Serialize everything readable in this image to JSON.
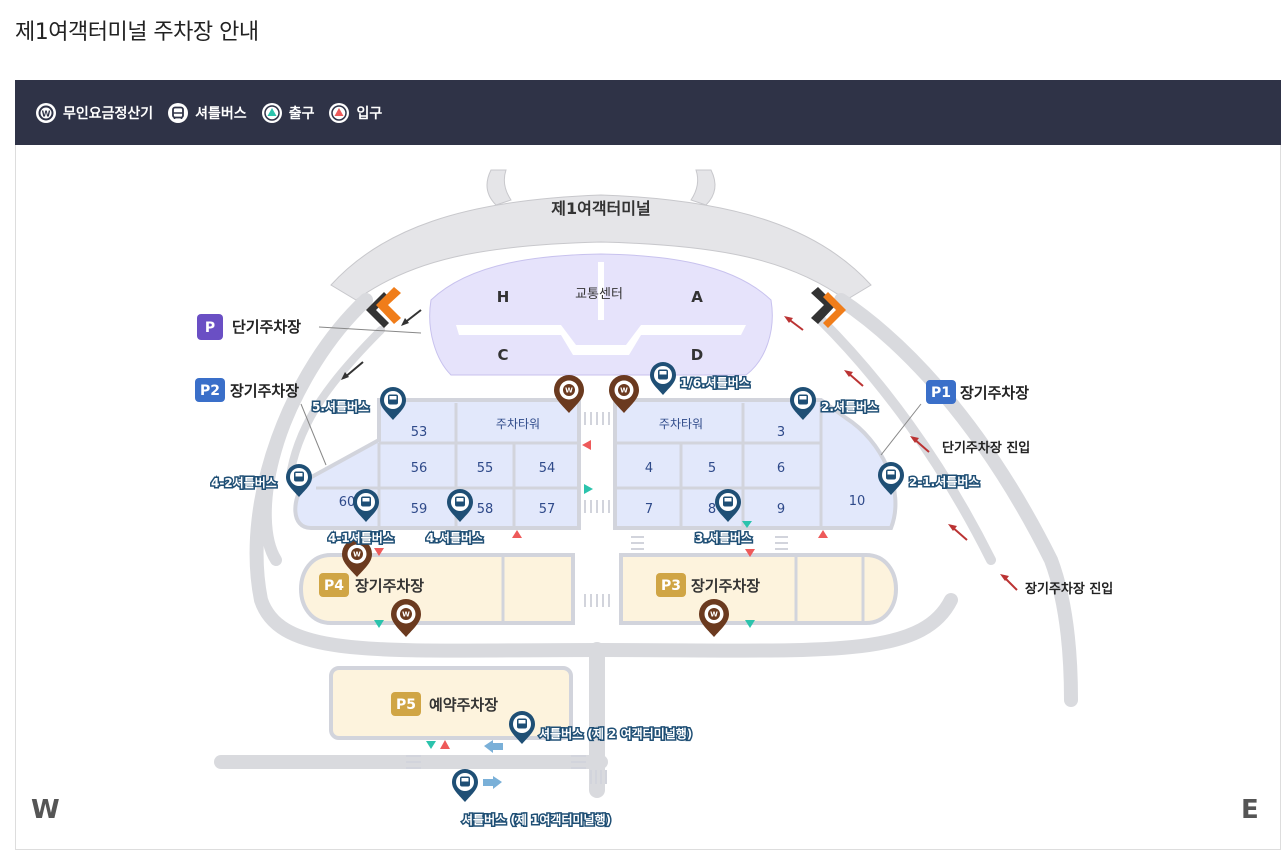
{
  "page": {
    "title": "제1여객터미널 주차장 안내"
  },
  "legend": {
    "items": [
      {
        "label": "무인요금정산기",
        "icon": "won-pay-icon"
      },
      {
        "label": "셔틀버스",
        "icon": "shuttle-bus-icon"
      },
      {
        "label": "출구",
        "icon": "exit-arrow-icon"
      },
      {
        "label": "입구",
        "icon": "entrance-arrow-icon"
      }
    ]
  },
  "map": {
    "terminal": "제1여객터미널",
    "transport_center": "교통센터",
    "gates": {
      "h": "H",
      "a": "A",
      "c": "C",
      "d": "D"
    },
    "lots": {
      "short_term": {
        "badge": "P",
        "name": "단기주차장"
      },
      "p1": {
        "badge": "P1",
        "name": "장기주차장"
      },
      "p2": {
        "badge": "P2",
        "name": "장기주차장"
      },
      "p3": {
        "badge": "P3",
        "name": "장기주차장"
      },
      "p4": {
        "badge": "P4",
        "name": "장기주차장"
      },
      "p5": {
        "badge": "P5",
        "name": "예약주차장"
      }
    },
    "zones": {
      "z53": "53",
      "z56": "56",
      "z55": "55",
      "z54": "54",
      "z60": "60",
      "z59": "59",
      "z58": "58",
      "z57": "57",
      "z3": "3",
      "z4": "4",
      "z5": "5",
      "z6": "6",
      "z7": "7",
      "z8": "8",
      "z9": "9",
      "z10": "10",
      "tower_w": "주차타워",
      "tower_e": "주차타워"
    },
    "shuttles": {
      "s16": "1/6.셔틀버스",
      "s2": "2.셔틀버스",
      "s21": "2-1.셔틀버스",
      "s3": "3.셔틀버스",
      "s41": "4-1셔틀버스",
      "s4": "4.셔틀버스",
      "s42": "4-2셔틀버스",
      "s5": "5.셔틀버스",
      "t2": "셔틀버스 (제 2 여객터미널행)",
      "t1": "셔틀버스 (제 1여객터미널행)"
    },
    "entries": {
      "short": "단기주차장 진입",
      "long": "장기주차장 진입"
    },
    "compass": {
      "west": "W",
      "east": "E"
    },
    "colors": {
      "purple_badge": "#6a4fc4",
      "blue_badge": "#3a6fc9",
      "gold_badge": "#d0a545",
      "pin_brown": "#6b3a1f",
      "pin_navy": "#1f4f75",
      "zone_fill": "#e2e8fb",
      "long_fill": "#fdf3dd",
      "road": "#d9dade",
      "exit": "#2bc3ac",
      "entrance": "#ee5a5a"
    }
  }
}
